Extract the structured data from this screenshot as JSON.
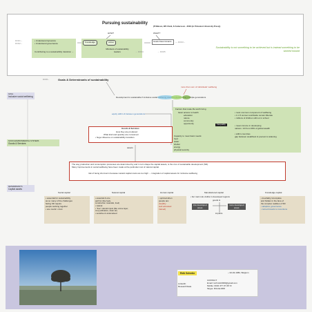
{
  "header": {
    "title": "Pursuing sustainability",
    "authors": "(P Matson, WC Clark, K Andersson - 2016 (in Princeton University Press))",
    "q_how": "HOW?",
    "q_what": "WHAT?",
    "left_lines": [
      "• Understand dynamics",
      "• Understand governance"
    ],
    "left_bottom": "Contributing to a sustainability transition →",
    "knowledge": "Knowledge",
    "action": "Action",
    "mindsets": "Mindsets of sustainability leaders",
    "goals": "Goals Determinants",
    "quote": "Sustainability is not something to be achieved but is instead something to be worked toward"
  },
  "goals": {
    "heading": "Goals & Determinants of sustainability",
    "red_note": "more than sum of individuals' wellbeing",
    "dev_line": "Development is sustainable if inclusive social wellbeing does not decline over multiple generations",
    "equity": "equity within & between generations"
  },
  "sidebar": {
    "goal": "GOAL",
    "goal_text": "Inclusive social wellbeing",
    "env": "SOCIO-ENVIRONMENTAL SYSTEMS",
    "env_text": "Goods & Services",
    "det": "DETERMINANTS",
    "det_text": "Capital assets"
  },
  "factors": {
    "intro": "Factors that make life worth living",
    "lines": [
      "basic access to health",
      "education",
      "nature",
      "community",
      "opportunity"
    ],
    "inequality": "Inequality",
    "right_notes": [
      "• most common component of wellbeing",
      "• 1 in 5 women worldwide remain illiterate",
      "• millions of children still not in school",
      "• mean income in developing",
      "nations: 1/3 from 90% of global wealth",
      "• within countries",
      "gap between wealthiest & poorest is widening"
    ],
    "goods_title": "Goods & Services",
    "goods_lines": [
      "How they are produced",
      "What kind and quantity are consumed",
      "• huge influence on sustainability transition"
    ],
    "goods_reqs": [
      "Capacity to meet basic needs:",
      "food",
      "water",
      "shelter",
      "energy",
      "physical security"
    ],
    "assets_label": "assets"
  },
  "production": {
    "line1": "The way production and consumption processes are determined by and in turn shape the capital assets, is the crux of sustainable development (SD).",
    "line2": "Many improvements in social wellbeing have been made at the particular cost of natural capital.",
    "line3": "risk of being short-term because natural capital costs are too high → integration of capital assets for inclusive wellbeing"
  },
  "capitals": [
    {
      "title": "Social capital",
      "lines": [
        "• essential for sustainability",
        "as so many of the challenges",
        "facing SD require",
        "people working together",
        "• one metric • trust"
      ]
    },
    {
      "title": "Natural capital",
      "lines": [
        "• essential & core",
        "path for (like fuels,",
        "construction materials, food)",
        "• natural",
        "• \"free\" natural inputs (like ozone layer,",
        "crop pollination, clean air)",
        "• sensitive & undervalued"
      ]
    },
    {
      "title": "Human capital",
      "lines": [
        "• optimal when",
        "people are:",
        "(healthy",
        "well educated",
        "trained)"
      ]
    },
    {
      "title": "Manufactured capital",
      "lines": [
        "• but main role visible in developed regions",
        "goods &",
        "into developed",
        "more developed",
        "areas",
        "areas",
        "impacts"
      ]
    },
    {
      "title": "Knowledge capital",
      "lines": [
        "• inevitably incomplete",
        "and hidden in the face of",
        "the complex realities of SD",
        "• adaptive governance",
        "• turned knowls to inventions"
      ]
    }
  ],
  "profile": {
    "name": "Reik Schmitz",
    "dob": "~ 02-02-1982, Belgium",
    "links": [
      "LinkedIn",
      "ResearchGate"
    ],
    "contact_title": "CONTACT",
    "contact": [
      "Email: rschmitz2000@gmail.com",
      "Mobile: 0032 477 07 08 72",
      "Skype: Rizotte1000"
    ]
  },
  "colors": {
    "green": "#6aa531",
    "red": "#c0392b",
    "blue": "#2f6fb0",
    "banner": "#c9c6df",
    "tan": "#e6ddc8"
  }
}
